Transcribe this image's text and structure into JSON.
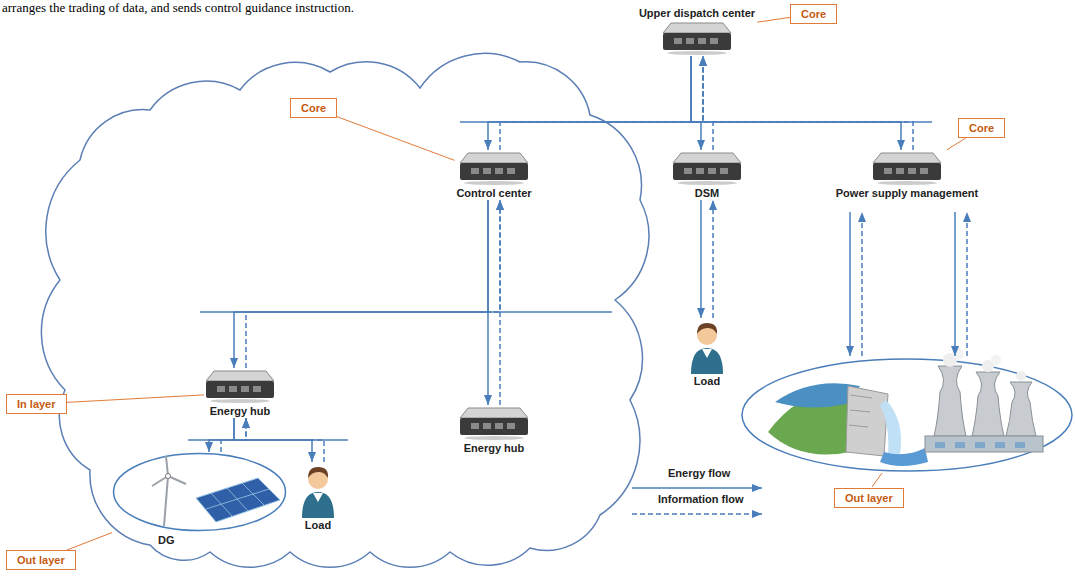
{
  "diagram": {
    "nodes": [
      {
        "text": [
          "Core"
        ]
      },
      {
        "text": [
          "Upper dispatch center"
        ]
      },
      {
        "text": [
          "Core"
        ]
      },
      {
        "text": [
          "Control center"
        ]
      },
      {
        "text": [
          "DSM"
        ]
      },
      {
        "text": [
          "Core"
        ]
      },
      {
        "text": [
          "Power supply management"
        ]
      },
      {
        "text": [
          "Load"
        ]
      },
      {
        "text": [
          "In layer"
        ]
      },
      {
        "text": [
          "Energy hub"
        ]
      },
      {
        "text": [
          "Energy hub"
        ]
      },
      {
        "text": [
          "DG"
        ]
      },
      {
        "text": [
          "Load"
        ]
      },
      {
        "text": [
          "Out layer"
        ]
      },
      {
        "text": [
          "Out layer"
        ]
      }
    ],
    "edges": [
      {
        "from": 1,
        "to": 3,
        "arrow": "to"
      },
      {
        "from": 3,
        "to": 1,
        "arrow": "to"
      },
      {
        "from": 1,
        "to": 4,
        "arrow": "to"
      },
      {
        "from": 4,
        "to": 1,
        "arrow": "to"
      },
      {
        "from": 1,
        "to": 6,
        "arrow": "to"
      },
      {
        "from": 6,
        "to": 1,
        "arrow": "to"
      },
      {
        "from": 3,
        "to": 9,
        "arrow": "to"
      },
      {
        "from": 9,
        "to": 3,
        "arrow": "to"
      },
      {
        "from": 3,
        "to": 10,
        "arrow": "to"
      },
      {
        "from": 10,
        "to": 3,
        "arrow": "to"
      },
      {
        "from": 9,
        "to": 11,
        "arrow": "to"
      },
      {
        "from": 11,
        "to": 9,
        "arrow": "to"
      },
      {
        "from": 9,
        "to": 12,
        "arrow": "to"
      },
      {
        "from": 12,
        "to": 9,
        "arrow": "to"
      },
      {
        "from": 4,
        "to": 7,
        "arrow": "to"
      },
      {
        "from": 7,
        "to": 4,
        "arrow": "to"
      },
      {
        "from": 0,
        "to": 1,
        "arrow": "none"
      },
      {
        "from": 2,
        "to": 3,
        "arrow": "none"
      },
      {
        "from": 5,
        "to": 6,
        "arrow": "none"
      },
      {
        "from": 8,
        "to": 9,
        "arrow": "none"
      },
      {
        "from": 13,
        "to": 11,
        "arrow": "none"
      }
    ],
    "labels": [
      "arranges the trading of data, and sends control guidance instruction."
    ],
    "legend": [
      {
        "text": "Energy flow"
      },
      {
        "text": "Information flow"
      }
    ]
  }
}
